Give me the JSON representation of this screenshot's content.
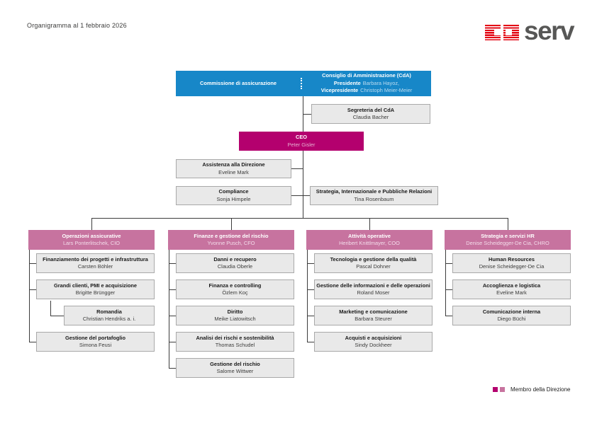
{
  "page": {
    "title": "Organigramma al 1 febbraio 2026"
  },
  "logo": {
    "wordmark": "serv"
  },
  "palette": {
    "blue": "#1787c8",
    "magenta": "#b4006e",
    "pink": "#c7739f",
    "box_gray": "#e9e9e9",
    "box_border": "#a9a9a9",
    "line": "#3c3c3c",
    "logo_red": "#e30613",
    "logo_text": "#575756"
  },
  "top": {
    "commissione": {
      "title": "Commissione di assicurazione"
    },
    "cda": {
      "title": "Consiglio di Amministrazione (CdA)",
      "role1": "Presidente",
      "person1": "Barbara Hayoz,",
      "role2": "Vicepresidente",
      "person2": "Christoph Meier-Meier"
    },
    "segreteria": {
      "title": "Segreteria del CdA",
      "person": "Claudia Bacher"
    },
    "ceo": {
      "title": "CEO",
      "person": "Peter Gisler"
    },
    "assistenza": {
      "title": "Assistenza alla Direzione",
      "person": "Eveline Mark"
    },
    "compliance": {
      "title": "Compliance",
      "person": "Sonja Himpele"
    },
    "strategia_pr": {
      "title": "Strategia, Internazionale e Pubbliche Relazioni",
      "person": "Tina Rosenbaum"
    }
  },
  "columns": [
    {
      "title": "Operazioni assicurative",
      "person": "Lars Ponterlitschek, CIO",
      "children": [
        {
          "title": "Finanziamento dei progetti e infrastruttura",
          "person": "Carsten Böhler"
        },
        {
          "title": "Grandi clienti, PMI e acquisizione",
          "person": "Brigitte Brüngger"
        },
        {
          "title": "Romandia",
          "person": "Christian Hendriks a. i."
        },
        {
          "title": "Gestione del portafoglio",
          "person": "Simona Feusi"
        }
      ]
    },
    {
      "title": "Finanze e gestione del rischio",
      "person": "Yvonne Pusch, CFO",
      "children": [
        {
          "title": "Danni e recupero",
          "person": "Claudia Oberle"
        },
        {
          "title": "Finanza e controlling",
          "person": "Özlem Koç"
        },
        {
          "title": "Diritto",
          "person": "Meike Liatowitsch"
        },
        {
          "title": "Analisi dei rischi e sostenibilità",
          "person": "Thomas Schudel"
        },
        {
          "title": "Gestione del rischio",
          "person": "Salome Wittwer"
        }
      ]
    },
    {
      "title": "Attività operative",
      "person": "Heribert Knittlmayer, COO",
      "children": [
        {
          "title": "Tecnologia e gestione della qualità",
          "person": "Pascal Dohner"
        },
        {
          "title": "Gestione delle informazioni e delle operazioni",
          "person": "Roland Moser"
        },
        {
          "title": "Marketing e comunicazione",
          "person": "Barbara Steurer"
        },
        {
          "title": "Acquisti e acquisizioni",
          "person": "Sindy Dockheer"
        }
      ]
    },
    {
      "title": "Strategia e servizi HR",
      "person": "Denise Scheidegger-De Cia, CHRO",
      "children": [
        {
          "title": "Human Resources",
          "person": "Denise Scheidegger-De Cia"
        },
        {
          "title": "Accoglienza e logistica",
          "person": "Eveline Mark"
        },
        {
          "title": "Comunicazione interna",
          "person": "Diego Büchi"
        }
      ]
    }
  ],
  "legend": {
    "label": "Membro della Direzione"
  }
}
